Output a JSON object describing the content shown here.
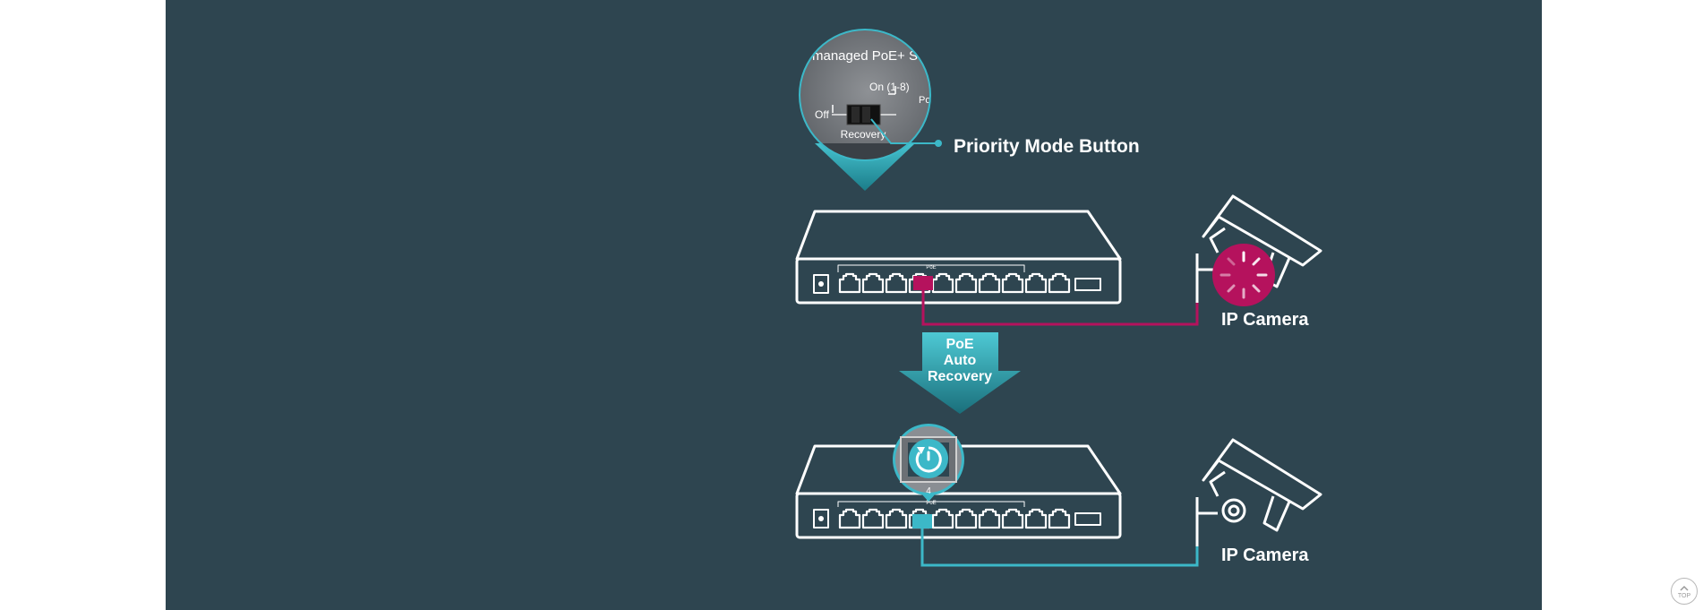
{
  "colors": {
    "panel": "#2e4550",
    "accent_teal": "#3cb8c8",
    "accent_magenta": "#b5125d",
    "outline": "#ffffff"
  },
  "callout": {
    "label": "Priority Mode Button",
    "zoom_text": {
      "header": "managed PoE+ S",
      "on": "On (1-8)",
      "off": "Off",
      "recovery": "Recovery",
      "side": "Po"
    }
  },
  "switch_top": {
    "badge": "PoE"
  },
  "switch_bottom": {
    "badge": "PoE",
    "port_number": "4"
  },
  "arrow": {
    "line1": "PoE",
    "line2": "Auto",
    "line3": "Recovery"
  },
  "camera_top": {
    "label": "IP Camera",
    "status": "loading-spinner-icon"
  },
  "camera_bottom": {
    "label": "IP Camera"
  },
  "back_to_top": {
    "label": "TOP"
  }
}
